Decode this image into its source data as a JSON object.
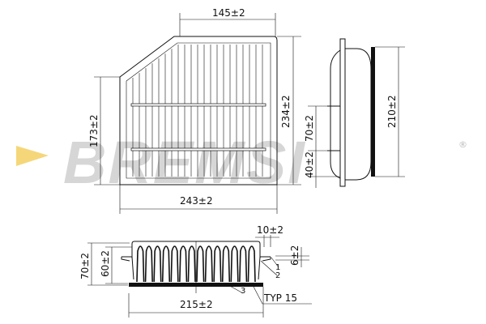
{
  "watermark": {
    "brand": "BREMSI",
    "registered": "®",
    "triangle_color": "#f5d77a",
    "text_color": "#d6d6d6"
  },
  "top_view": {
    "dim_top": "145±2",
    "dim_bottom": "243±2",
    "dim_left": "173±2",
    "dim_right": "234±2"
  },
  "side_view": {
    "dim_height": "210±2",
    "dim_upper": "70±2",
    "dim_lower": "40±2"
  },
  "section_view": {
    "dim_width": "215±2",
    "dim_total_height": "70±2",
    "dim_pleat_height": "60±2",
    "dim_flange": "10±2",
    "dim_flange_thickness": "6±2",
    "callouts": [
      "1",
      "2",
      "3"
    ],
    "note": "TYP 15"
  }
}
